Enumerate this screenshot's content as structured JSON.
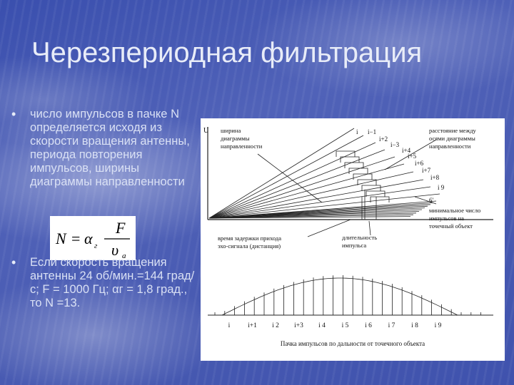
{
  "slide": {
    "title": "Черезпериодная фильтрация",
    "bullets": [
      "число импульсов в пачке N определяется исходя из скорости вращения антенны, периода повторения импульсов, ширины диаграммы направленности",
      "Если скорость вращения антенны 24 об/мин.=144 град/с; F = 1000 Гц; αг = 1,8 град., то N =13."
    ],
    "bullet_symbol": "•",
    "formula": {
      "lhs": "N",
      "eq": "=",
      "alpha": "α",
      "alpha_sub": "г",
      "num": "F",
      "den": "υ",
      "den_sub": "а"
    }
  },
  "diagram": {
    "axis_u": "U",
    "label_width": [
      "ширина",
      "диаграммы",
      "направленности"
    ],
    "label_distance": [
      "расстояние между",
      "осями диаграммы",
      "направленности"
    ],
    "label_min": [
      "минимальное число",
      "импульсов на",
      "точечный объект"
    ],
    "label_delay": [
      "время задержки прихода",
      "эхо-сигнала (дистанция)"
    ],
    "label_pulse": [
      "длительность",
      "импульса"
    ],
    "beam_labels": [
      "i",
      "i−1",
      "i+2",
      "i−3",
      "i+4",
      "i+5",
      "i+6",
      "i+7",
      "i+8",
      "i  9",
      "6'"
    ],
    "pulse_axis_labels": [
      "i",
      "i+1",
      "i 2",
      "i+3",
      "i 4",
      "i 5",
      "i 6",
      "i 7",
      "i 8",
      "i 9"
    ],
    "caption": "Пачка импульсов по дальности от точечного объекта"
  }
}
